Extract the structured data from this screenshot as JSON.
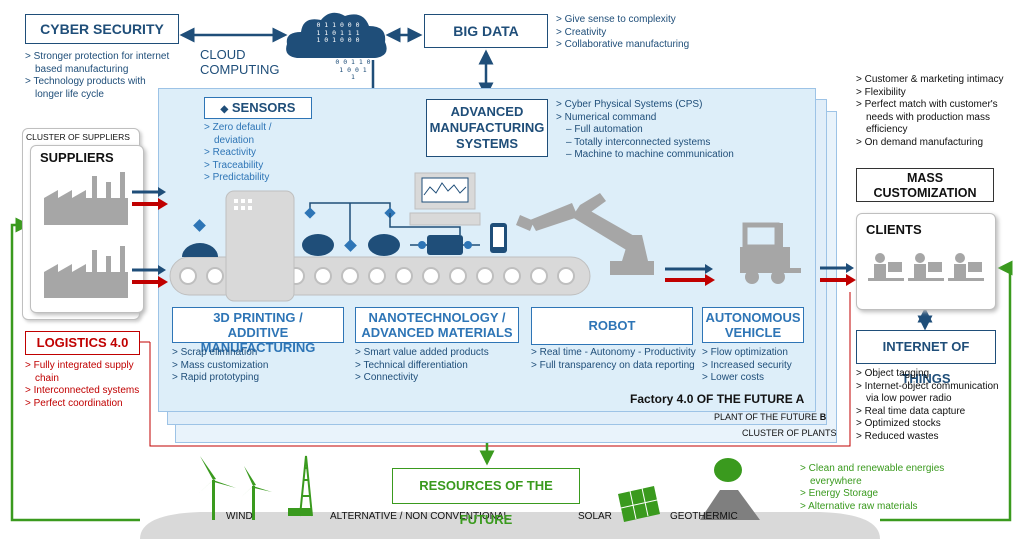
{
  "cyber_security": {
    "title": "CYBER SECURITY",
    "items": [
      "Stronger protection for internet based manufacturing",
      "Technology products with longer life cycle"
    ]
  },
  "cloud": {
    "label_line1": "CLOUD",
    "label_line2": "COMPUTING",
    "binary": [
      "0 1 1 0 0 0",
      "1 1 0 1 1 1",
      "1 0 1 0 0 0",
      "0 0 1 1 0",
      "1 0 0 1",
      "1"
    ]
  },
  "big_data": {
    "title": "BIG DATA",
    "items": [
      "Give sense to complexity",
      "Creativity",
      "Collaborative manufacturing"
    ]
  },
  "sensors": {
    "title": "SENSORS",
    "items": [
      "Zero default / deviation",
      "Reactivity",
      "Traceability",
      "Predictability"
    ]
  },
  "ams": {
    "title_line1": "ADVANCED",
    "title_line2": "MANUFACTURING",
    "title_line3": "SYSTEMS",
    "items": [
      "Cyber Physical Systems (CPS)",
      "Numerical command"
    ],
    "subitems": [
      "Full automation",
      "Totally interconnected systems",
      "Machine to machine communication"
    ]
  },
  "mass_customization": {
    "title_line1": "MASS",
    "title_line2": "CUSTOMIZATION",
    "items": [
      "Customer & marketing intimacy",
      "Flexibility",
      "Perfect match with customer's needs with production mass efficiency",
      "On demand manufacturing"
    ]
  },
  "suppliers": {
    "cluster_label": "CLUSTER OF SUPPLIERS",
    "title": "SUPPLIERS"
  },
  "clients": {
    "title": "CLIENTS"
  },
  "logistics": {
    "title": "LOGISTICS 4.0",
    "items": [
      "Fully integrated supply chain",
      "Interconnected systems",
      "Perfect coordination"
    ]
  },
  "printing": {
    "title_line1": "3D PRINTING /",
    "title_line2": "ADDITIVE MANUFACTURING",
    "items": [
      "Scrap elimination",
      "Mass customization",
      "Rapid prototyping"
    ]
  },
  "nano": {
    "title_line1": "NANOTECHNOLOGY /",
    "title_line2": "ADVANCED MATERIALS",
    "items": [
      "Smart value added products",
      "Technical differentiation",
      "Connectivity"
    ]
  },
  "robot": {
    "title": "ROBOT",
    "items": [
      "Real time - Autonomy - Productivity",
      "Full transparency on data reporting"
    ]
  },
  "vehicle": {
    "title_line1": "AUTONOMOUS",
    "title_line2": "VEHICLE",
    "items": [
      "Flow optimization",
      "Increased security",
      "Lower costs"
    ]
  },
  "iot": {
    "title": "INTERNET OF THINGS",
    "items": [
      "Object tagging",
      "Internet-object communication via low power radio",
      "Real time data capture",
      "Optimized stocks",
      "Reduced wastes"
    ]
  },
  "factory": {
    "label_a": "Factory 4.0 OF THE FUTURE",
    "letter_a": "A",
    "label_b": "PLANT OF THE FUTURE",
    "letter_b": "B",
    "label_c": "CLUSTER OF PLANTS"
  },
  "resources": {
    "title": "RESOURCES OF THE FUTURE",
    "wind": "WIND",
    "alternative": "ALTERNATIVE / NON CONVENTIONAL",
    "solar": "SOLAR",
    "geothermic": "GEOTHERMIC",
    "items": [
      "Clean and renewable energies everywhere",
      "Energy Storage",
      "Alternative raw materials"
    ]
  },
  "colors": {
    "navy": "#1f4e79",
    "blue": "#2e75b6",
    "panel": "#ddeef9",
    "red": "#c00000",
    "green": "#3a9a1e",
    "grey": "#a6a6a6"
  }
}
